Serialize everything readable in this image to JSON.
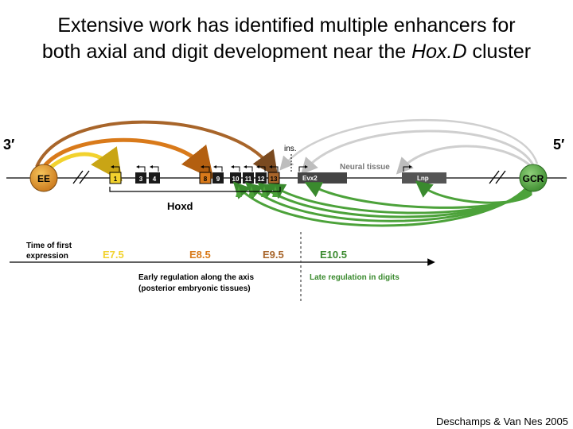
{
  "title": {
    "line1": "Extensive work has identified multiple enhancers for",
    "line2_prefix": "both axial and digit development near the ",
    "line2_italic": "Hox.D",
    "line2_suffix": " cluster"
  },
  "diagram": {
    "end3": "3′",
    "end5": "5′",
    "ee_label": "EE",
    "gcr_label": "GCR",
    "ins_label": "ins.",
    "neural_label": "Neural tissue",
    "hoxd_label": "Hoxd",
    "genes": [
      "1",
      "3",
      "4",
      "8",
      "9",
      "10",
      "11",
      "12",
      "13"
    ],
    "evx2_label": "Evx2",
    "lnp_label": "Lnp",
    "time_label_1": "Time of first",
    "time_label_2": "expression",
    "stages": [
      "E7.5",
      "E8.5",
      "E9.5",
      "E10.5"
    ],
    "early_line1": "Early regulation along the axis",
    "early_line2": "(posterior embryonic tissues)",
    "late_label": "Late regulation in digits",
    "colors": {
      "yellow": "#f2d22e",
      "orange": "#d97a1a",
      "brown": "#a8652a",
      "green": "#4ca23a",
      "grey": "#cfcfcf",
      "e105": "#3a8a2e"
    }
  },
  "citation": "Deschamps & Van Nes 2005"
}
